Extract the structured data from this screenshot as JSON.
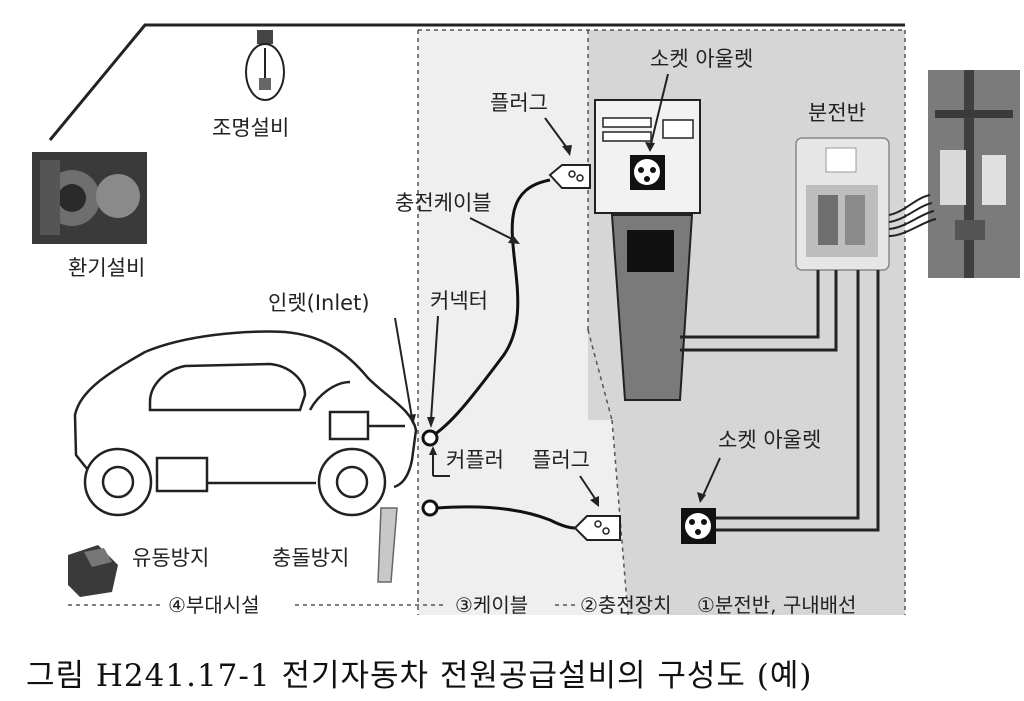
{
  "labels": {
    "lighting": "조명설비",
    "ventilation": "환기설비",
    "plug_top": "플러그",
    "socket_outlet_top": "소켓 아울렛",
    "distribution_board": "분전반",
    "charging_cable": "충전케이블",
    "inlet": "인렛(Inlet)",
    "connector": "커넥터",
    "coupler": "커플러",
    "plug_bottom": "플러그",
    "socket_outlet_bottom": "소켓 아울렛",
    "wheel_stopper": "유동방지",
    "collision_guard": "충돌방지"
  },
  "zones": {
    "z4": "④부대시설",
    "z3": "③케이블",
    "z2": "②충전장치",
    "z1": "①분전반, 구내배선"
  },
  "caption": "그림 H241.17-1 전기자동차 전원공급설비의 구성도 (예)"
}
